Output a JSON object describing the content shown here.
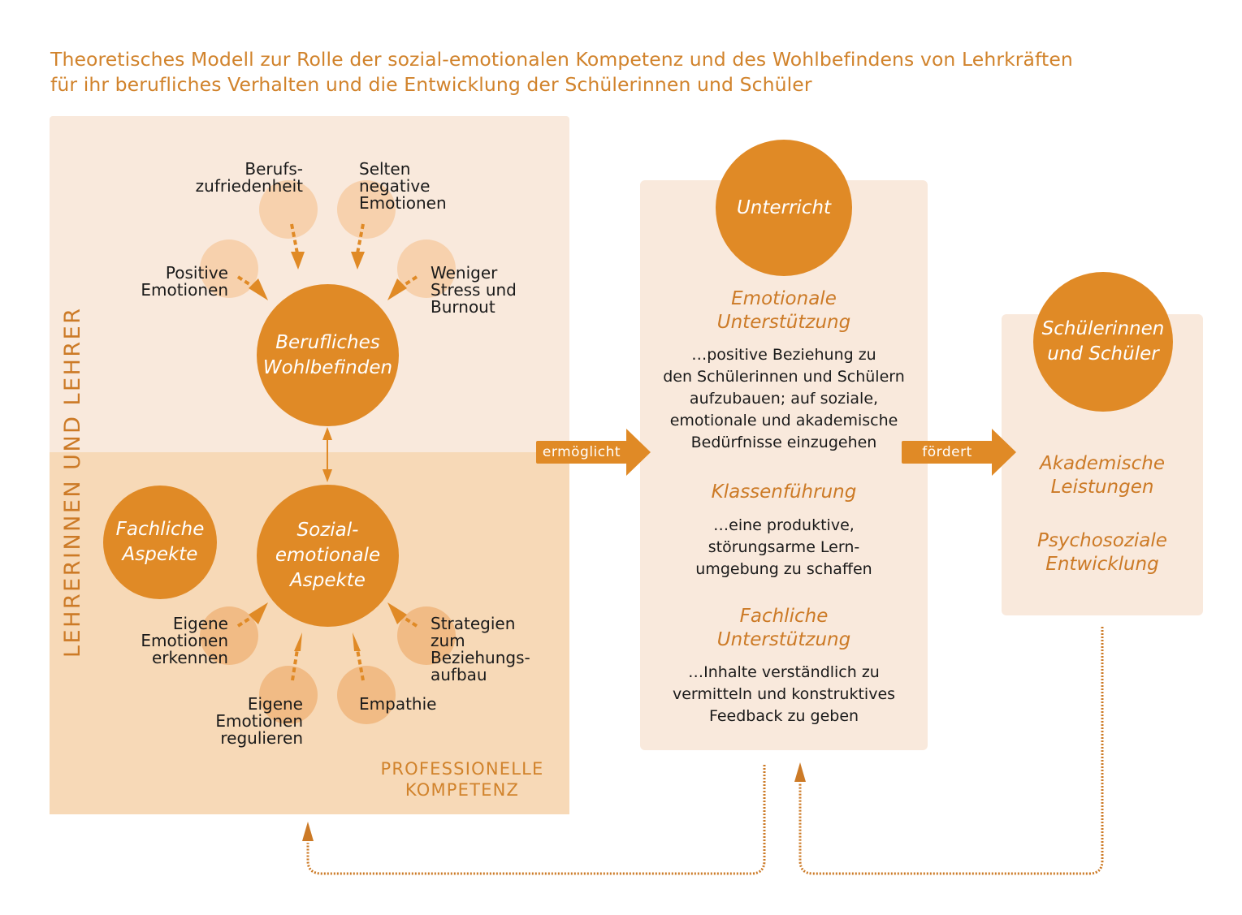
{
  "title": {
    "line1": "Theoretisches Modell zur Rolle der sozial-emotionalen Kompetenz und des Wohlbefindens von Lehrkräften",
    "line2": "für ihr berufliches Verhalten und die Entwicklung der Schülerinnen und Schüler"
  },
  "teacher_panel": {
    "side_label": "LEHRERINNEN UND LEHRER",
    "professional_label_line1": "PROFESSIONELLE",
    "professional_label_line2": "KOMPETENZ",
    "wellbeing": {
      "center_line1": "Berufliches",
      "center_line2": "Wohlbefinden",
      "factors": [
        {
          "lines": [
            "Berufs-",
            "zufriedenheit"
          ]
        },
        {
          "lines": [
            "Selten",
            "negative",
            "Emotionen"
          ]
        },
        {
          "lines": [
            "Positive",
            "Emotionen"
          ]
        },
        {
          "lines": [
            "Weniger",
            "Stress und",
            "Burnout"
          ]
        }
      ]
    },
    "competence": {
      "center_line1": "Sozial-",
      "center_line2": "emotionale",
      "center_line3": "Aspekte",
      "subject_line1": "Fachliche",
      "subject_line2": "Aspekte",
      "factors": [
        {
          "lines": [
            "Eigene",
            "Emotionen",
            "erkennen"
          ]
        },
        {
          "lines": [
            "Strategien",
            "zum",
            "Beziehungs-",
            "aufbau"
          ]
        },
        {
          "lines": [
            "Eigene",
            "Emotionen",
            "regulieren"
          ]
        },
        {
          "lines": [
            "Empathie"
          ]
        }
      ]
    }
  },
  "arrows": {
    "enables": "ermöglicht",
    "promotes": "fördert"
  },
  "teaching": {
    "title": "Unterricht",
    "sections": [
      {
        "head_lines": [
          "Emotionale",
          "Unterstützung"
        ],
        "body_lines": [
          "…positive Beziehung zu",
          "den Schülerinnen und Schülern",
          "aufzubauen; auf soziale,",
          "emotionale und akademische",
          "Bedürfnisse einzugehen"
        ]
      },
      {
        "head_lines": [
          "Klassenführung"
        ],
        "body_lines": [
          "…eine produktive,",
          "störungsarme Lern-",
          "umgebung zu schaffen"
        ]
      },
      {
        "head_lines": [
          "Fachliche",
          "Unterstützung"
        ],
        "body_lines": [
          "…Inhalte verständlich zu",
          "vermitteln und konstruktives",
          "Feedback zu geben"
        ]
      }
    ]
  },
  "students": {
    "title_line1": "Schülerinnen",
    "title_line2": "und Schüler",
    "outcomes": [
      {
        "lines": [
          "Akademische",
          "Leistungen"
        ]
      },
      {
        "lines": [
          "Psychosoziale",
          "Entwicklung"
        ]
      }
    ]
  },
  "colors": {
    "accent": "#e08a26",
    "title_text": "#d1832c",
    "panel_light": "#f9e9dc",
    "panel_mid": "#f7d9b7",
    "bubble_light": "#f7d1ad",
    "bubble_mid": "#f1bb85",
    "feedback_arrow": "#cc7a26"
  }
}
